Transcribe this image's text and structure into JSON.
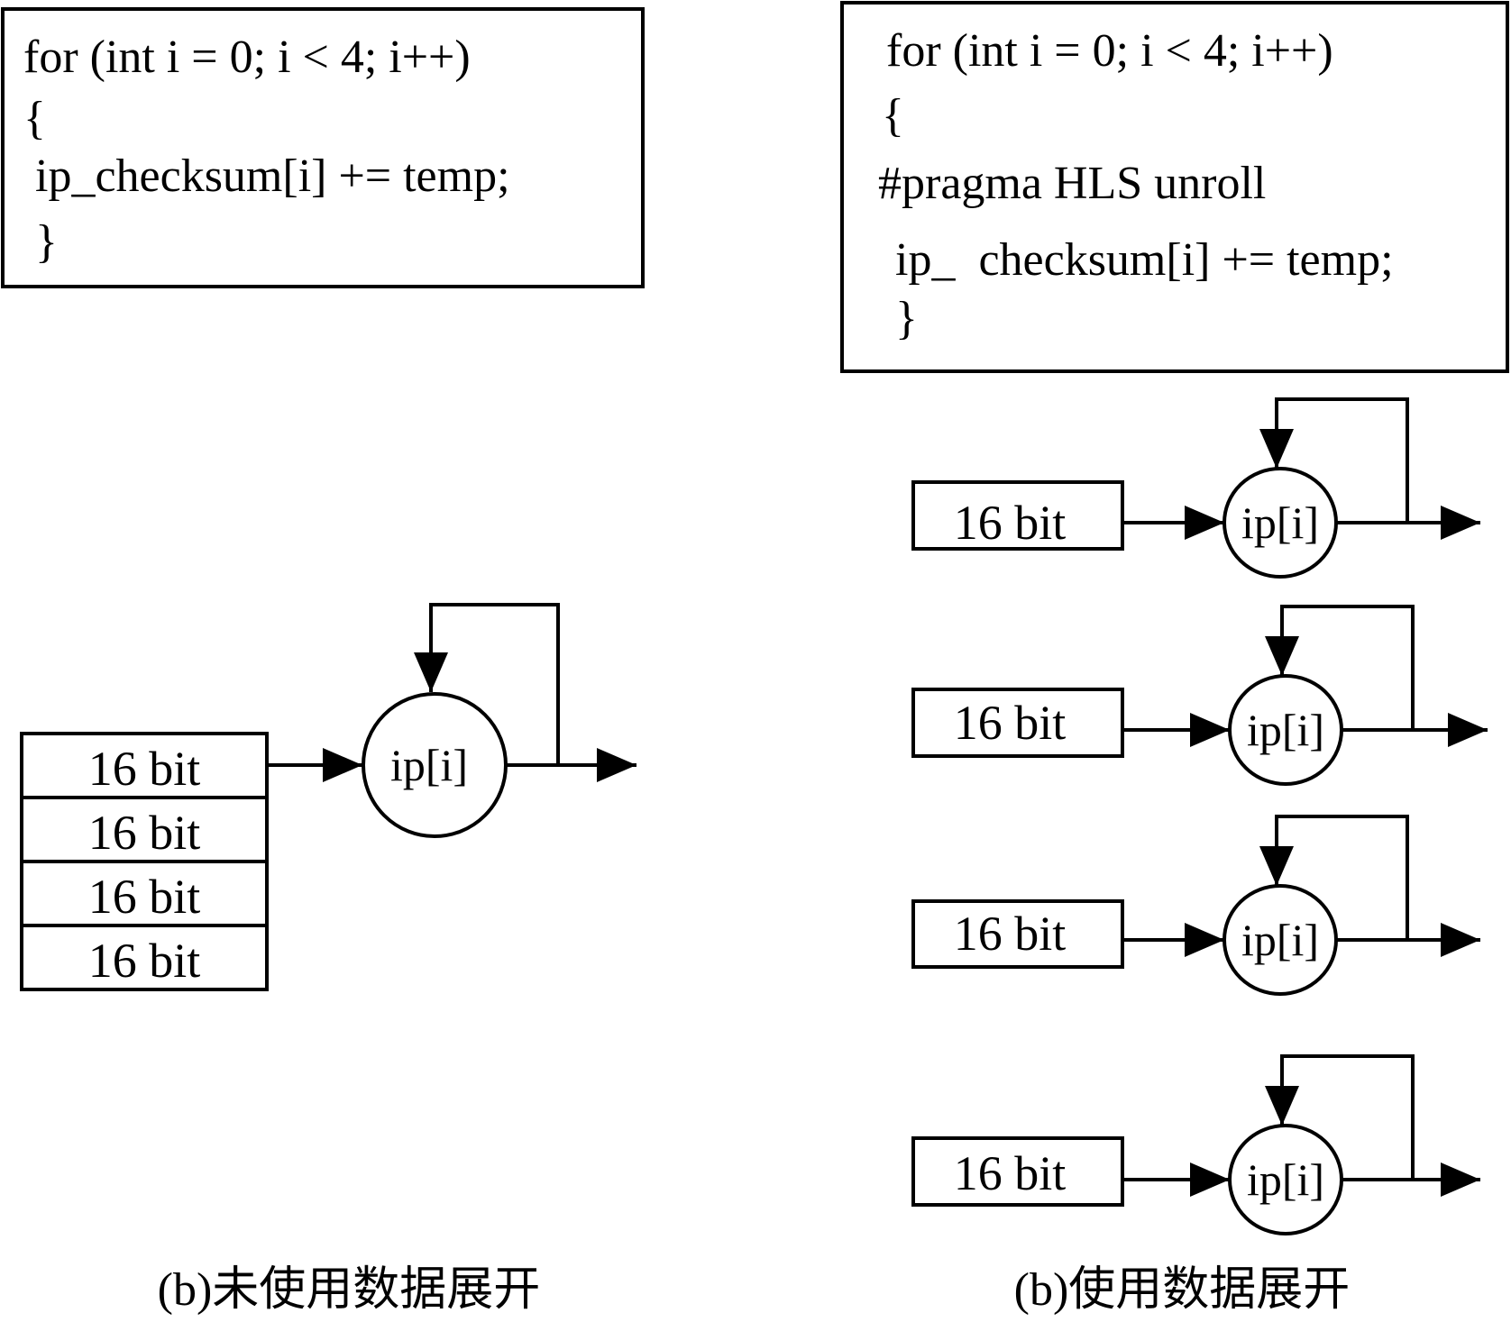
{
  "left_panel": {
    "code_lines": [
      "for (int i = 0; i < 4; i++)",
      "{",
      " ip_checksum[i] += temp;",
      " }"
    ],
    "register_cells": [
      "16 bit",
      "16 bit",
      "16 bit",
      "16 bit"
    ],
    "node_label": "ip[i]",
    "caption": "(b)未使用数据展开"
  },
  "right_panel": {
    "code_lines": [
      "for (int i = 0; i < 4; i++)",
      "{",
      "#pragma HLS unroll",
      " ip_  checksum[i] += temp;",
      " }"
    ],
    "lanes": [
      {
        "cell": "16 bit",
        "node_label": "ip[i]"
      },
      {
        "cell": "16 bit",
        "node_label": "ip[i]"
      },
      {
        "cell": "16 bit",
        "node_label": "ip[i]"
      },
      {
        "cell": "16 bit",
        "node_label": "ip[i]"
      }
    ],
    "caption": "(b)使用数据展开"
  }
}
